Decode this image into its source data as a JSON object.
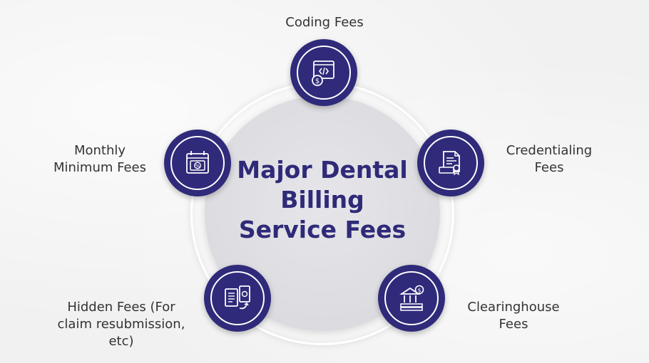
{
  "center": {
    "lines": [
      "Major Dental",
      "Billing",
      "Service Fees"
    ]
  },
  "fees": {
    "coding": {
      "lines": [
        "Coding Fees"
      ],
      "icon": "code-dollar-icon"
    },
    "credentialing": {
      "lines": [
        "Credentialing",
        "Fees"
      ],
      "icon": "certificate-icon"
    },
    "clearinghouse": {
      "lines": [
        "Clearinghouse",
        "Fees"
      ],
      "icon": "bank-money-icon"
    },
    "hidden": {
      "lines": [
        "Hidden Fees (For",
        "claim resubmission,",
        "etc)"
      ],
      "icon": "document-exchange-icon"
    },
    "monthly": {
      "lines": [
        "Monthly",
        "Minimum Fees"
      ],
      "icon": "calendar-percent-icon"
    }
  },
  "colors": {
    "accent": "#2f2a7a",
    "title": "#2f2a78",
    "label": "#333333"
  }
}
